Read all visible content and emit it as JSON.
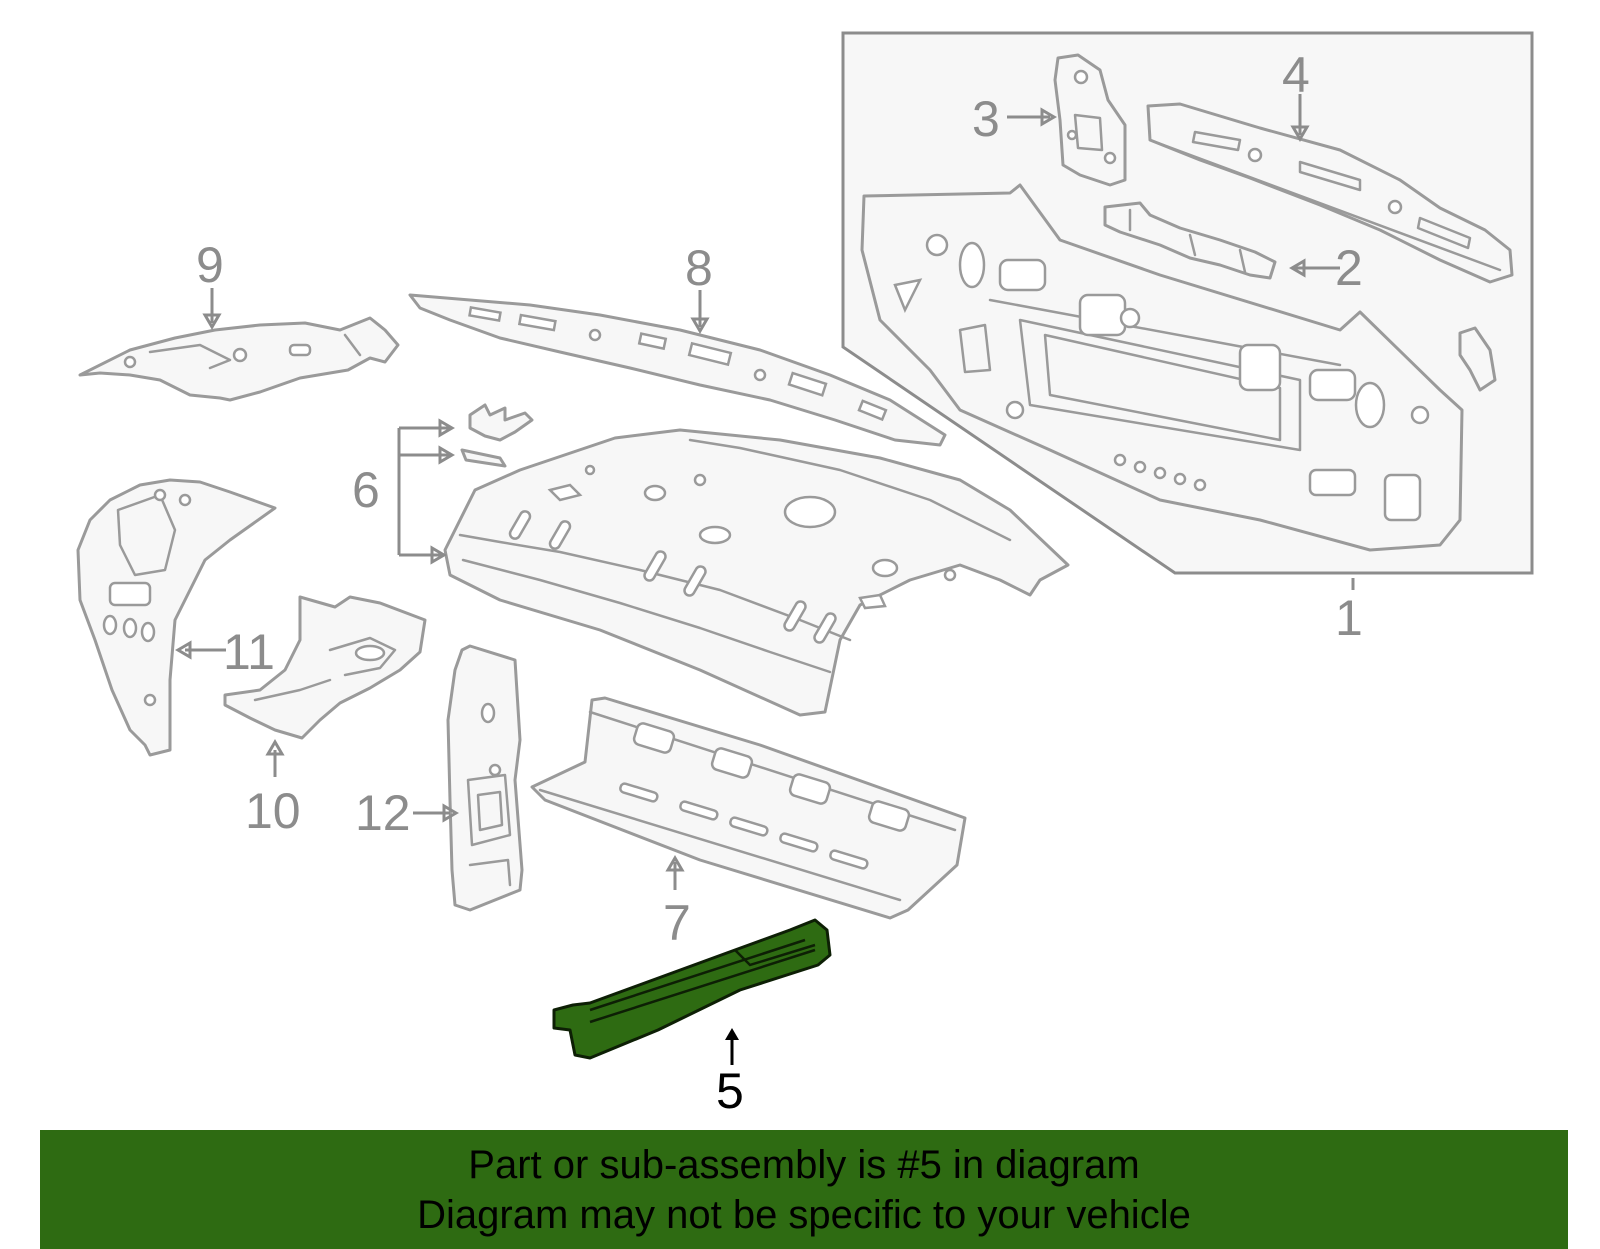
{
  "callouts": {
    "c1": "1",
    "c2": "2",
    "c3": "3",
    "c4": "4",
    "c5": "5",
    "c6": "6",
    "c7": "7",
    "c8": "8",
    "c9": "9",
    "c10": "10",
    "c11": "11",
    "c12": "12"
  },
  "highlight_color": "#2e6b12",
  "banner": {
    "line1": "Part or sub-assembly is #5 in diagram",
    "line2": "Diagram may not be specific to your vehicle"
  }
}
